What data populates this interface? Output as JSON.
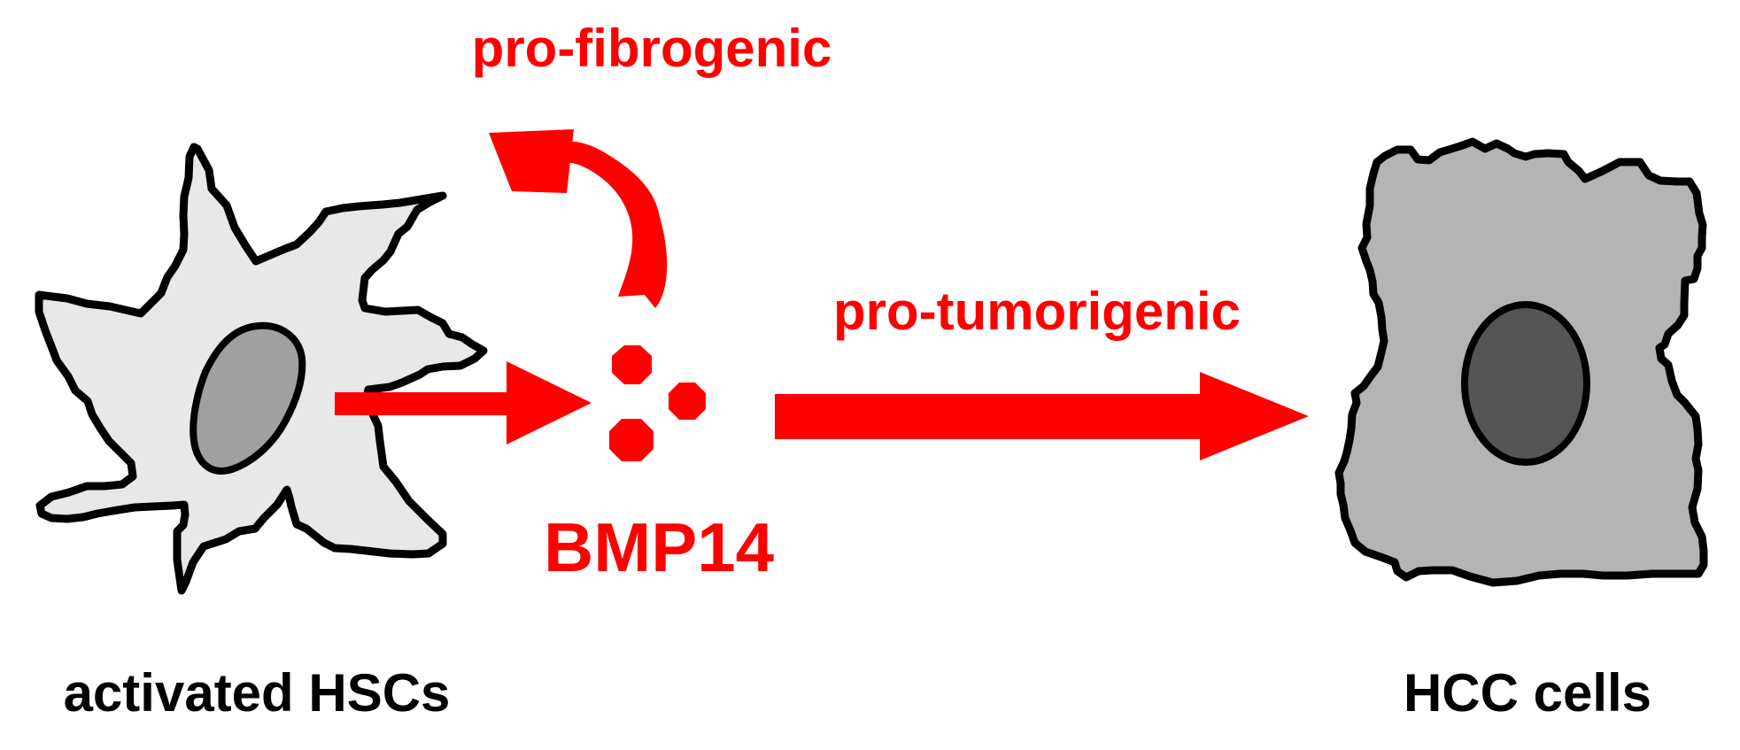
{
  "labels": {
    "pro_fibrogenic": "pro-fibrogenic",
    "pro_tumorigenic": "pro-tumorigenic",
    "bmp14": "BMP14",
    "activated_hscs": "activated HSCs",
    "hcc_cells": "HCC cells"
  },
  "colors": {
    "accent": "#ff0000",
    "label_dark": "#000000",
    "hsc_fill": "#e8e8e8",
    "hsc_nucleus": "#a0a0a0",
    "hcc_fill": "#b4b4b4",
    "hcc_nucleus": "#555555",
    "outline": "#000000"
  }
}
